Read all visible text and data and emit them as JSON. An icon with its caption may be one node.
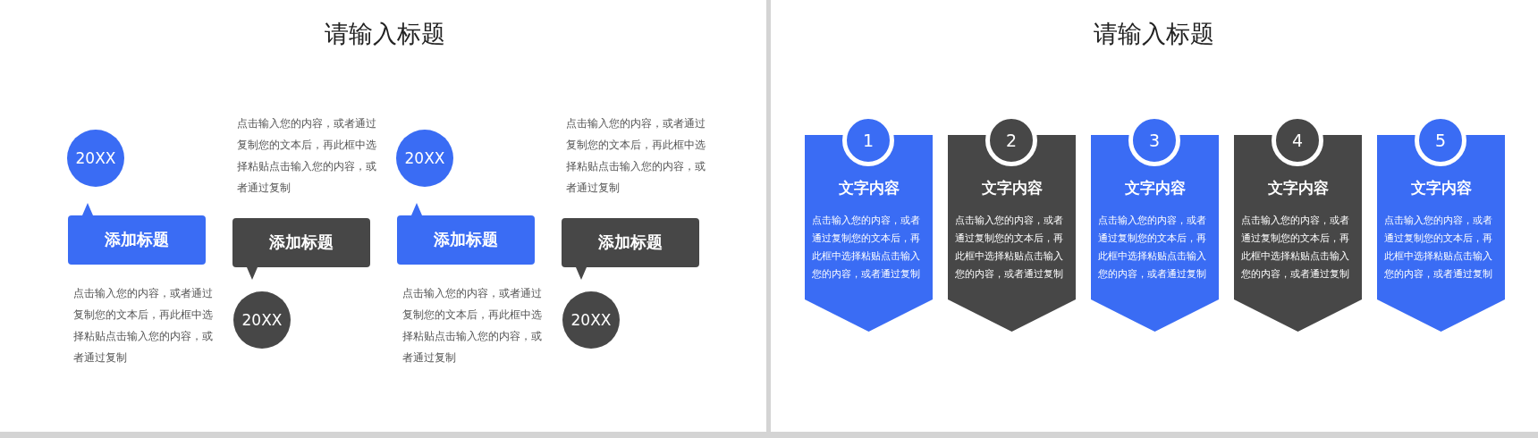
{
  "diagram": {
    "nodes": [
      {
        "text": [
          "20XX"
        ]
      },
      {
        "text": [
          "添加标题"
        ]
      },
      {
        "text": [
          "添加标题"
        ]
      },
      {
        "text": [
          "20XX"
        ]
      },
      {
        "text": [
          "20XX"
        ]
      },
      {
        "text": [
          "添加标题"
        ]
      },
      {
        "text": [
          "添加标题"
        ]
      },
      {
        "text": [
          "20XX"
        ]
      },
      {
        "text": [
          "文字内容",
          "点击输入您的内容，或者通过复制您的文本后，再此框中选择粘贴点击输入您的内容，或者通过复制"
        ]
      },
      {
        "text": [
          "1"
        ]
      },
      {
        "text": [
          "文字内容",
          "点击输入您的内容，或者通过复制您的文本后，再此框中选择粘贴点击输入您的内容，或者通过复制"
        ]
      },
      {
        "text": [
          "2"
        ]
      },
      {
        "text": [
          "文字内容",
          "点击输入您的内容，或者通过复制您的文本后，再此框中选择粘贴点击输入您的内容，或者通过复制"
        ]
      },
      {
        "text": [
          "3"
        ]
      },
      {
        "text": [
          "文字内容",
          "点击输入您的内容，或者通过复制您的文本后，再此框中选择粘贴点击输入您的内容，或者通过复制"
        ]
      },
      {
        "text": [
          "4"
        ]
      },
      {
        "text": [
          "文字内容",
          "点击输入您的内容，或者通过复制您的文本后，再此框中选择粘贴点击输入您的内容，或者通过复制"
        ]
      },
      {
        "text": [
          "5"
        ]
      }
    ],
    "labels": [
      "请输入标题",
      "点击输入您的内容，或者通过复制您的文本后，再此框中选择粘贴点击输入您的内容，或者通过复制",
      "点击输入您的内容，或者通过复制您的文本后，再此框中选择粘贴点击输入您的内容，或者通过复制",
      "点击输入您的内容，或者通过复制您的文本后，再此框中选择粘贴点击输入您的内容，或者通过复制",
      "点击输入您的内容，或者通过复制您的文本后，再此框中选择粘贴点击输入您的内容，或者通过复制",
      "请输入标题"
    ]
  }
}
